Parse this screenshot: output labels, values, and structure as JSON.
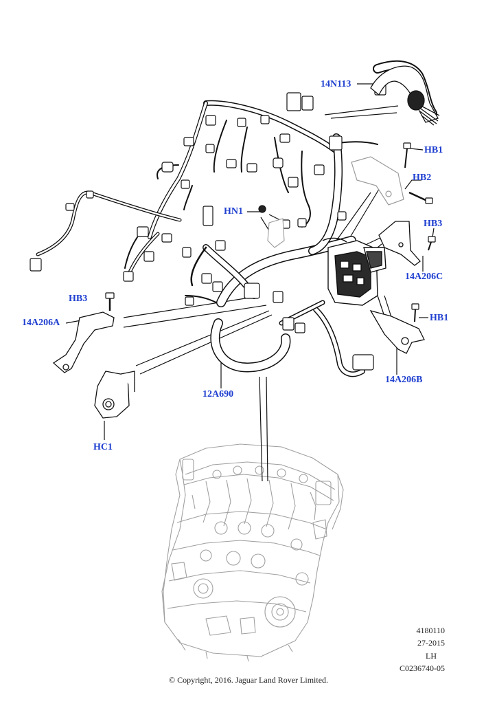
{
  "callouts": {
    "c_14N113": "14N113",
    "c_HB1_top": "HB1",
    "c_HB2": "HB2",
    "c_HN1": "HN1",
    "c_HB3_right": "HB3",
    "c_14A206C": "14A206C",
    "c_HB3_left": "HB3",
    "c_14A206A": "14A206A",
    "c_HB1_bottom": "HB1",
    "c_14A206B": "14A206B",
    "c_12A690": "12A690",
    "c_HC1": "HC1"
  },
  "meta": {
    "figure_number": "4180110",
    "date_code": "27-2015",
    "side": "LH",
    "illustration_id": "C0236740-05"
  },
  "copyright": "© Copyright, 2016. Jaguar Land Rover Limited.",
  "colors": {
    "callout": "#1f3fd0",
    "line": "#111111",
    "engine_outline": "#9a9a9a"
  }
}
